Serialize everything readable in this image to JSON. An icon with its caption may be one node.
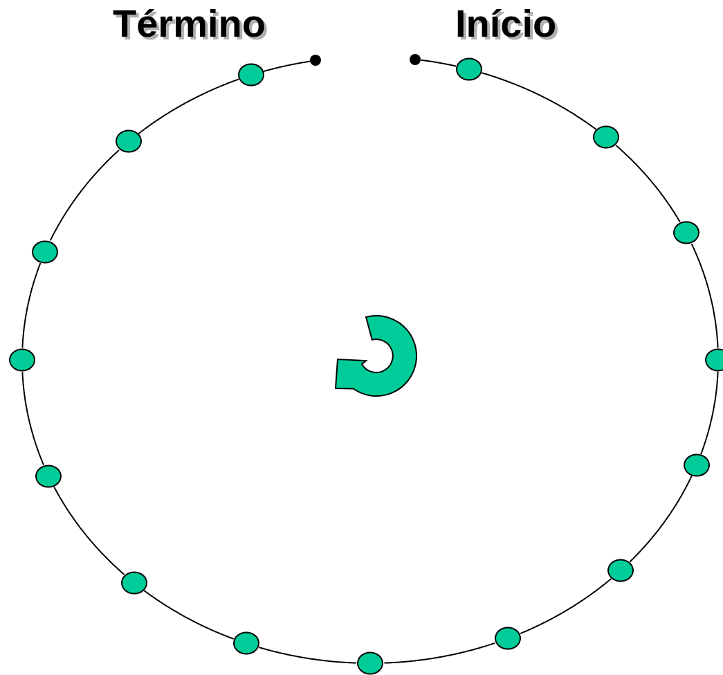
{
  "diagram": {
    "nodes": [
      {
        "text": [],
        "shape": "dot",
        "beside": [
          "Início"
        ]
      },
      {
        "text": [],
        "shape": "circle"
      },
      {
        "text": [],
        "shape": "circle"
      },
      {
        "text": [],
        "shape": "circle"
      },
      {
        "text": [],
        "shape": "circle"
      },
      {
        "text": [],
        "shape": "circle"
      },
      {
        "text": [],
        "shape": "circle"
      },
      {
        "text": [],
        "shape": "circle"
      },
      {
        "text": [],
        "shape": "circle"
      },
      {
        "text": [],
        "shape": "circle"
      },
      {
        "text": [],
        "shape": "circle"
      },
      {
        "text": [],
        "shape": "circle"
      },
      {
        "text": [],
        "shape": "circle"
      },
      {
        "text": [],
        "shape": "circle"
      },
      {
        "text": [],
        "shape": "circle"
      },
      {
        "text": [],
        "shape": "circle"
      },
      {
        "text": [],
        "shape": "dot",
        "beside": [
          "Término"
        ]
      }
    ],
    "edges": [
      {
        "from": 0,
        "to": 1,
        "arrow": "none"
      },
      {
        "from": 1,
        "to": 2,
        "arrow": "none"
      },
      {
        "from": 2,
        "to": 3,
        "arrow": "none"
      },
      {
        "from": 3,
        "to": 4,
        "arrow": "none"
      },
      {
        "from": 4,
        "to": 5,
        "arrow": "none"
      },
      {
        "from": 5,
        "to": 6,
        "arrow": "none"
      },
      {
        "from": 6,
        "to": 7,
        "arrow": "none"
      },
      {
        "from": 7,
        "to": 8,
        "arrow": "none"
      },
      {
        "from": 8,
        "to": 9,
        "arrow": "none"
      },
      {
        "from": 9,
        "to": 10,
        "arrow": "none"
      },
      {
        "from": 10,
        "to": 11,
        "arrow": "none"
      },
      {
        "from": 11,
        "to": 12,
        "arrow": "none"
      },
      {
        "from": 12,
        "to": 13,
        "arrow": "none"
      },
      {
        "from": 13,
        "to": 14,
        "arrow": "none"
      },
      {
        "from": 14,
        "to": 15,
        "arrow": "none"
      },
      {
        "from": 15,
        "to": 16,
        "arrow": "none"
      }
    ]
  }
}
